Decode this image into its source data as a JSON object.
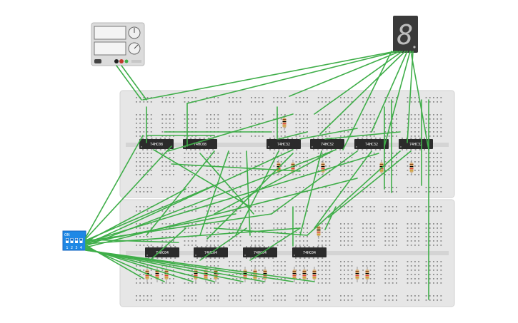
{
  "colors": {
    "wire": "#3fae49",
    "breadboard": "#e6e6e6",
    "breadboard_edge": "#d2d2d2",
    "hole": "#8a8a8a",
    "chip": "#2b2b2b",
    "display": "#3a3a3a",
    "dip_switch": "#1e88e5",
    "power_supply": "#dcdcdc",
    "resistor": "#d8b07a"
  },
  "seven_segment": {
    "digit": "8",
    "decimal_point_lit": false
  },
  "dip_switch": {
    "label": "ON",
    "switches": [
      "1",
      "2",
      "3",
      "4"
    ]
  },
  "chips": [
    {
      "label": "74HC08"
    },
    {
      "label": "74HC08"
    },
    {
      "label": "74HC32"
    },
    {
      "label": "74HC32"
    },
    {
      "label": "74HC32"
    },
    {
      "label": "74HC32"
    },
    {
      "label": "74HC04"
    },
    {
      "label": "74HC04"
    },
    {
      "label": "74HC04"
    },
    {
      "label": "74HC04"
    }
  ],
  "resistor_count": 21,
  "power_supply": {
    "displays": 2,
    "knobs": 2
  }
}
